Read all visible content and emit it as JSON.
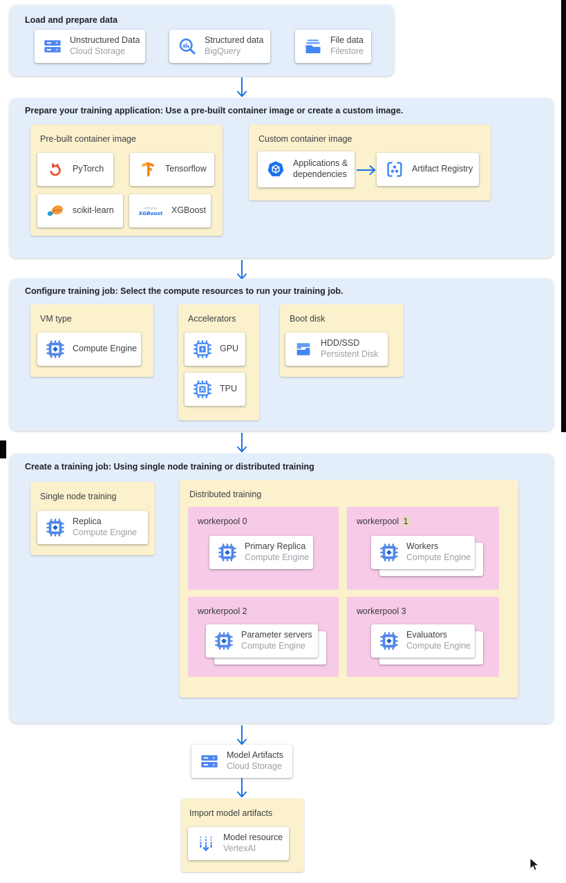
{
  "colors": {
    "section_bg": "#e4eefb",
    "panel_yellow": "#fbf1cd",
    "panel_pink": "#f7cbe7",
    "arrow_blue": "#1a73e8",
    "icon_blue": "#4285f4",
    "title_text": "#1f2124",
    "card_title": "#3c4043",
    "card_subtitle": "#9aa0a6",
    "highlight_tan": "#ead9bf"
  },
  "sections": {
    "load": {
      "title": "Load and prepare data",
      "cards": [
        {
          "title": "Unstructured Data",
          "subtitle": "Cloud Storage",
          "icon": "cloud-storage"
        },
        {
          "title": "Structured data",
          "subtitle": "BigQuery",
          "icon": "bigquery"
        },
        {
          "title": "File data",
          "subtitle": "Filestore",
          "icon": "filestore"
        }
      ]
    },
    "prepare": {
      "title": "Prepare your training application: Use a pre-built container image or create a custom image.",
      "prebuilt": {
        "label": "Pre-built container image",
        "cards": [
          {
            "title": "PyTorch",
            "icon": "pytorch"
          },
          {
            "title": "Tensorflow",
            "icon": "tensorflow"
          },
          {
            "title": "scikit-learn",
            "icon": "scikit-learn"
          },
          {
            "title": "XGBoost",
            "icon": "xgboost"
          }
        ]
      },
      "custom": {
        "label": "Custom container image",
        "source_card": {
          "title_line1": "Applications &",
          "title_line2": "dependencies",
          "icon": "applications"
        },
        "target_card": {
          "title": "Artifact Registry",
          "icon": "artifact-registry"
        }
      }
    },
    "configure": {
      "title": "Configure training job: Select the compute resources to run your training job.",
      "vm_type": {
        "label": "VM type",
        "card": {
          "title": "Compute Engine",
          "icon": "compute-engine"
        }
      },
      "accelerators": {
        "label": "Accelerators",
        "cards": [
          {
            "title": "GPU",
            "icon": "gpu"
          },
          {
            "title": "TPU",
            "icon": "tpu"
          }
        ]
      },
      "boot_disk": {
        "label": "Boot disk",
        "card": {
          "title": "HDD/SSD",
          "subtitle": "Persistent Disk",
          "icon": "persistent-disk"
        }
      }
    },
    "create": {
      "title": "Create a training job: Using single node training or distributed training",
      "single_node": {
        "label": "Single node training",
        "card": {
          "title": "Replica",
          "subtitle": "Compute Engine",
          "icon": "compute-engine"
        }
      },
      "distributed": {
        "label": "Distributed training",
        "workerpools": [
          {
            "label": "workerpool 0",
            "card": {
              "title": "Primary Replica",
              "subtitle": "Compute Engine",
              "icon": "compute-engine"
            }
          },
          {
            "label": "workerpool",
            "highlighted_number": "1",
            "card": {
              "title": "Workers",
              "subtitle": "Compute Engine",
              "icon": "compute-engine"
            }
          },
          {
            "label": "workerpool 2",
            "card": {
              "title": "Parameter servers",
              "subtitle": "Compute Engine",
              "icon": "compute-engine"
            }
          },
          {
            "label": "workerpool 3",
            "card": {
              "title": "Evaluators",
              "subtitle": "Compute Engine",
              "icon": "compute-engine"
            }
          }
        ]
      }
    },
    "model_artifacts": {
      "card": {
        "title": "Model Artifacts",
        "subtitle": "Cloud Storage",
        "icon": "cloud-storage"
      }
    },
    "import_model": {
      "label": "Import model artifacts",
      "card": {
        "title": "Model resource",
        "subtitle": "VertexAI",
        "icon": "vertex-ai"
      }
    }
  }
}
